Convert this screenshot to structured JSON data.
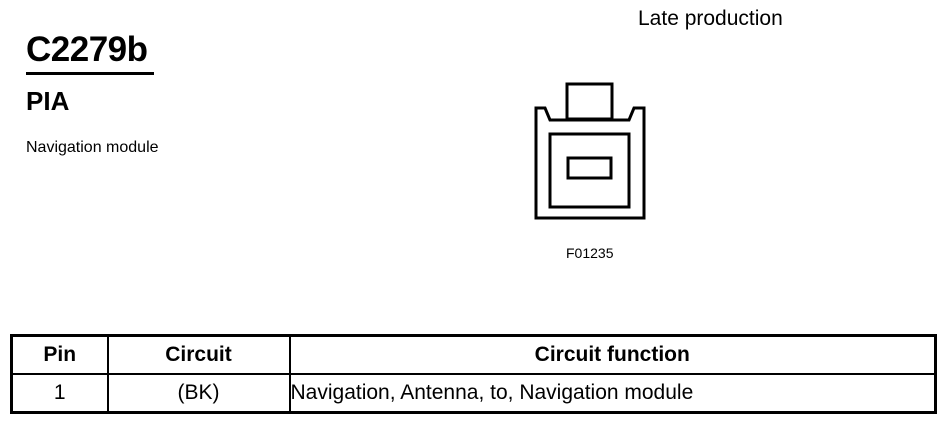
{
  "connector": {
    "id": "C2279b",
    "code": "PIA",
    "name": "Navigation module"
  },
  "diagram": {
    "variant": "Late production",
    "figure_ref": "F01235"
  },
  "pin_table": {
    "headers": [
      "Pin",
      "Circuit",
      "Circuit function"
    ],
    "rows": [
      [
        "1",
        "(BK)",
        "Navigation, Antenna, to, Navigation module"
      ]
    ]
  }
}
